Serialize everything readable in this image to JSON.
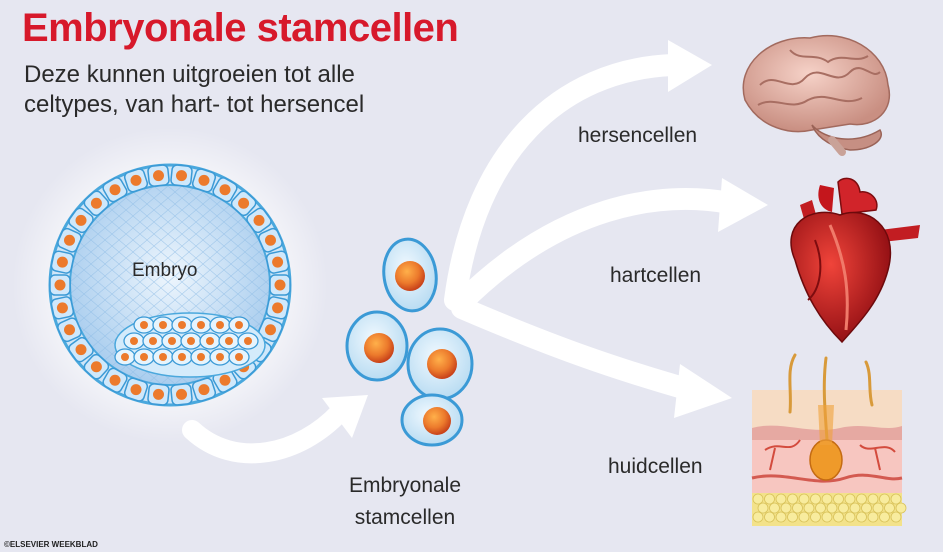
{
  "title": "Embryonale stamcellen",
  "subtitle": "Deze kunnen uitgroeien tot alle celtypes, van hart- tot hersencel",
  "embryo_label": "Embryo",
  "stemcells_label_line1": "Embryonale",
  "stemcells_label_line2": "stamcellen",
  "targets": {
    "brain": "hersencellen",
    "heart": "hartcellen",
    "skin": "huidcellen"
  },
  "credit": "©ELSEVIER WEEKBLAD",
  "colors": {
    "title": "#d7192b",
    "background": "#e6e7f1",
    "cell_blue": "#4aa8dd",
    "nucleus": "#ec7a2c"
  }
}
